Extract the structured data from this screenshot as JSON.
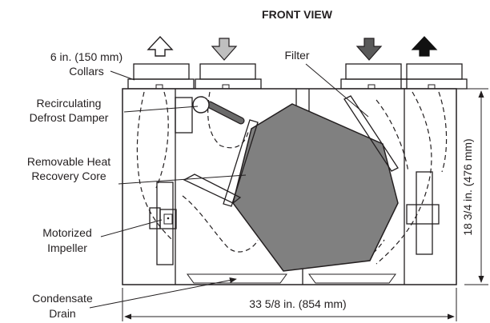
{
  "title": "FRONT VIEW",
  "labels": {
    "collars_line1": "6 in. (150 mm)",
    "collars_line2": "Collars",
    "filter": "Filter",
    "damper_line1": "Recirculating",
    "damper_line2": "Defrost Damper",
    "core_line1": "Removable Heat",
    "core_line2": "Recovery Core",
    "impeller_line1": "Motorized",
    "impeller_line2": "Impeller",
    "drain_line1": "Condensate",
    "drain_line2": "Drain"
  },
  "dimensions": {
    "height": "18 3/4 in. (476 mm)",
    "width": "33 5/8 in. (854 mm)"
  },
  "colors": {
    "line": "#231f20",
    "core_fill": "#808080",
    "part_fill": "#b3b3b3",
    "arrow_dark": "#5a5a5a",
    "arrow_black": "#111111",
    "arrow_light": "#bfbfbf"
  },
  "airflow_arrows": [
    {
      "name": "up-outline-arrow-icon"
    },
    {
      "name": "down-light-arrow-icon"
    },
    {
      "name": "down-dark-arrow-icon"
    },
    {
      "name": "up-black-arrow-icon"
    }
  ]
}
